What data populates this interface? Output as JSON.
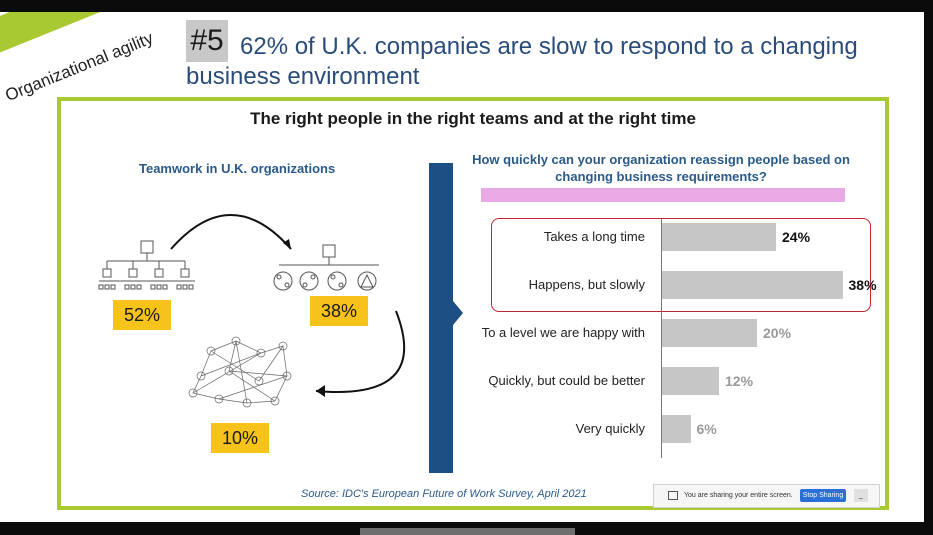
{
  "slide": {
    "ribbon": "Organizational agility",
    "number": "#5",
    "headline_1": "62% of U.K. companies are slow to respond to a changing",
    "headline_2": "business environment"
  },
  "panel": {
    "title": "The right people in the right teams and at the right time",
    "left": {
      "subtitle": "Teamwork in U.K. organizations",
      "badge_1": "52%",
      "badge_2": "38%",
      "badge_3": "10%"
    },
    "right": {
      "question": "How quickly can your organization reassign people based on changing business requirements?"
    },
    "source": "Source: IDC's European Future of Work Survey, April 2021"
  },
  "chart_data": {
    "type": "bar",
    "orientation": "horizontal",
    "title": "How quickly can your organization reassign people based on changing business requirements?",
    "categories": [
      "Takes a long time",
      "Happens, but slowly",
      "To a level we are happy with",
      "Quickly, but could be better",
      "Very quickly"
    ],
    "values": [
      24,
      38,
      20,
      12,
      6
    ],
    "value_labels": [
      "24%",
      "38%",
      "20%",
      "12%",
      "6%"
    ],
    "xlim": [
      0,
      40
    ],
    "highlighted_categories": [
      "Takes a long time",
      "Happens, but slowly"
    ],
    "colors": {
      "bar": "#c6c6c6",
      "highlight_border": "#c0262d",
      "bold_label": "#111111",
      "muted_label": "#9a9a9a"
    }
  },
  "screen_share": {
    "message": "You are sharing your entire screen.",
    "stop_label": "Stop Sharing",
    "minimize_label": "_"
  },
  "colors": {
    "accent_green": "#a9c932",
    "navy": "#1d4e84",
    "badge_yellow": "#f7c219",
    "question_band": "#e8a9e4"
  }
}
